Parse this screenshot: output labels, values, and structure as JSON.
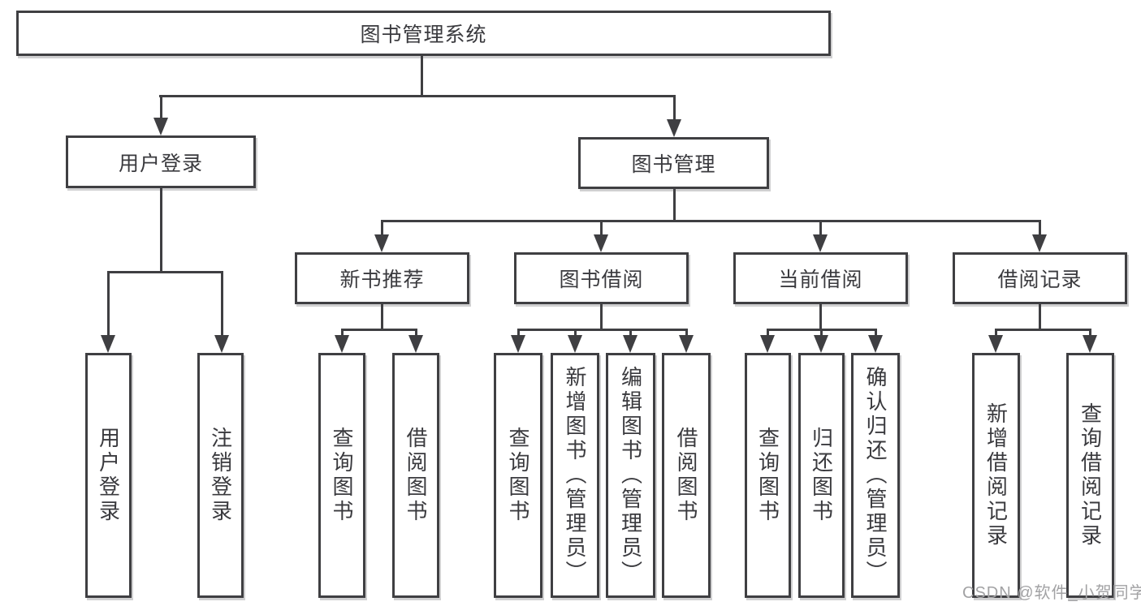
{
  "tree": {
    "label": "图书管理系统",
    "children": [
      {
        "label": "用户登录",
        "children": [
          {
            "label": "用户登录"
          },
          {
            "label": "注销登录"
          }
        ]
      },
      {
        "label": "图书管理",
        "children": [
          {
            "label": "新书推荐",
            "children": [
              {
                "label": "查询图书"
              },
              {
                "label": "借阅图书"
              }
            ]
          },
          {
            "label": "图书借阅",
            "children": [
              {
                "label": "查询图书"
              },
              {
                "label": "新增图书（管理员）"
              },
              {
                "label": "编辑图书（管理员）"
              },
              {
                "label": "借阅图书"
              }
            ]
          },
          {
            "label": "当前借阅",
            "children": [
              {
                "label": "查询图书"
              },
              {
                "label": "归还图书"
              },
              {
                "label": "确认归还（管理员）"
              }
            ]
          },
          {
            "label": "借阅记录",
            "children": [
              {
                "label": "新增借阅记录"
              },
              {
                "label": "查询借阅记录"
              }
            ]
          }
        ]
      }
    ]
  },
  "watermark": "CSDN @软件_小贺同学",
  "colors": {
    "line": "#3f3f42",
    "box_border": "#3f3f42",
    "text": "#3a3a3e",
    "watermark": "#a2a2a4",
    "background": "#ffffff"
  }
}
